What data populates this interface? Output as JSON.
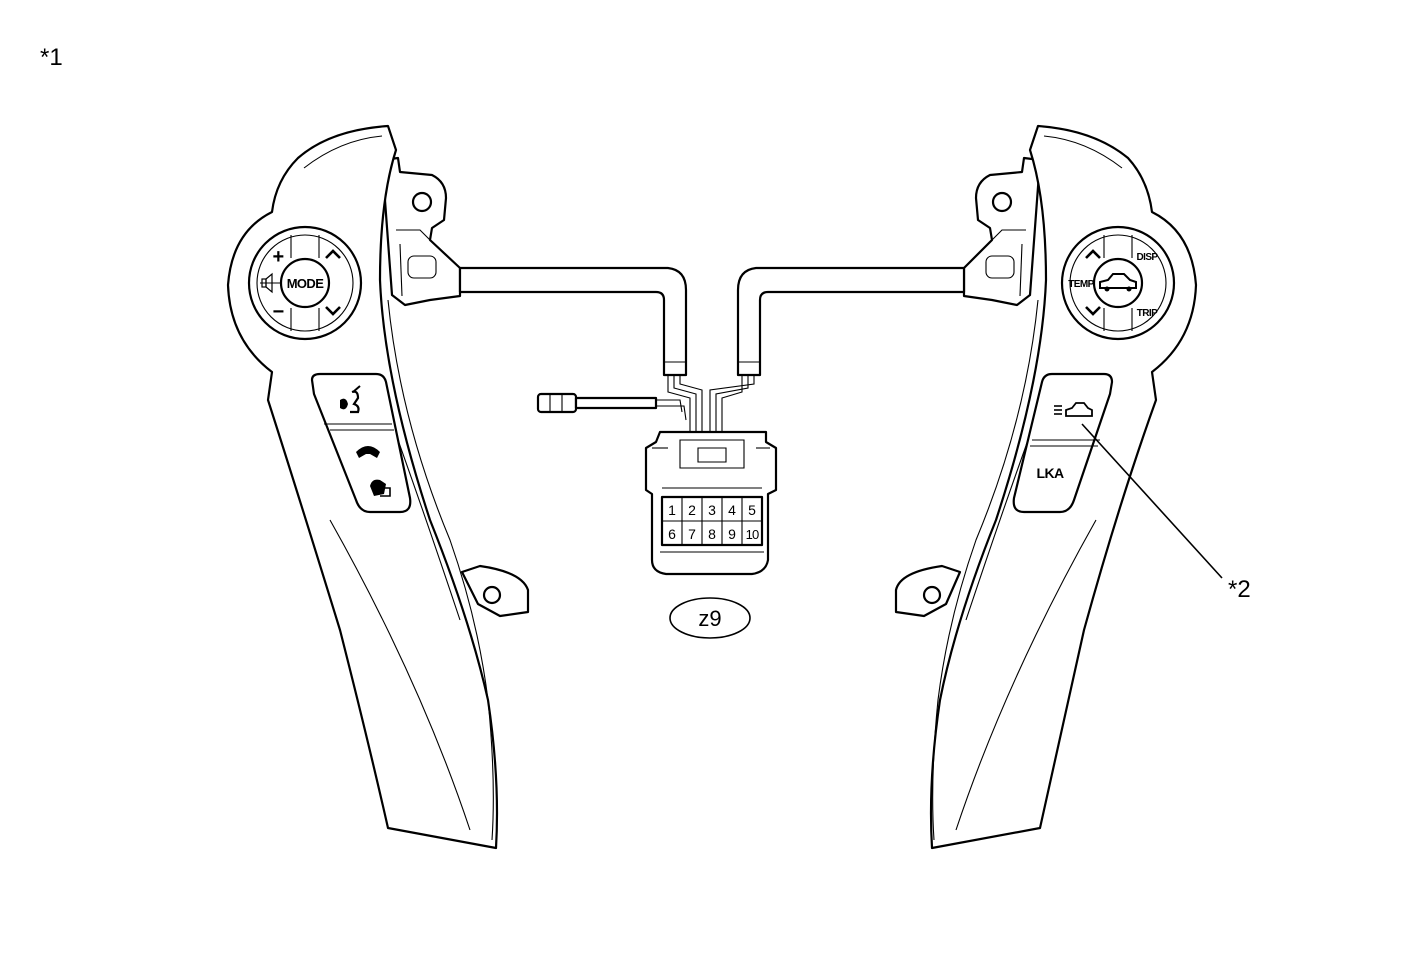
{
  "callouts": {
    "assembly": "*1",
    "switch": "*2"
  },
  "left_switch": {
    "mode_label": "MODE",
    "plus_label": "+",
    "minus_label": "−",
    "up_label": "^",
    "down_label": "v",
    "icons": [
      "volume-icon",
      "voice-talk-icon",
      "phone-pickup-icon",
      "phone-hangup-icon"
    ]
  },
  "right_switch": {
    "temp_label": "TEMP",
    "disp_label": "DISP",
    "trip_label": "TRIP",
    "up_label": "^",
    "down_label": "v",
    "lka_label": "LKA",
    "icons": [
      "car-info-icon",
      "vehicle-distance-icon"
    ]
  },
  "connector": {
    "id_label": "z9",
    "pins_top": [
      "1",
      "2",
      "3",
      "4",
      "5"
    ],
    "pins_bottom": [
      "6",
      "7",
      "8",
      "9",
      "10"
    ]
  },
  "colors": {
    "line": "#000000",
    "background": "#ffffff"
  }
}
